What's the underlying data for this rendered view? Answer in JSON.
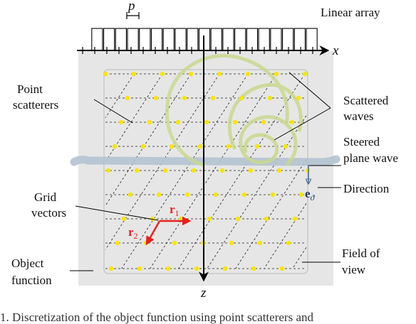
{
  "labels": {
    "pitch": "p",
    "linear_array": "Linear array",
    "x_axis": "x",
    "z_axis": "z",
    "point_scatterers": [
      "Point",
      "scatterers"
    ],
    "scattered_waves": [
      "Scattered",
      "waves"
    ],
    "steered_plane_wave": [
      "Steered",
      "plane wave"
    ],
    "direction": "Direction",
    "direction_vector": "e",
    "direction_vector_sub": "ϑ",
    "grid_vectors": [
      "Grid",
      "vectors"
    ],
    "r1": "r",
    "r1_sub": "1",
    "r2": "r",
    "r2_sub": "2",
    "object_function": [
      "Object",
      "function"
    ],
    "field_of_view": [
      "Field of",
      "view"
    ]
  },
  "caption": "1. Discretization of the object function using point scatterers and",
  "colors": {
    "background_region": "#e6e6e6",
    "scatterer": "#f5e600",
    "scattered_wave": "#c9d98f",
    "plane_wave": "#b4c2d0",
    "grid_vector": "#e8201e",
    "direction_vector": "#4f6f96",
    "field_of_view_border": "#c8c8c8",
    "axis": "#000000"
  },
  "element_count": 19
}
